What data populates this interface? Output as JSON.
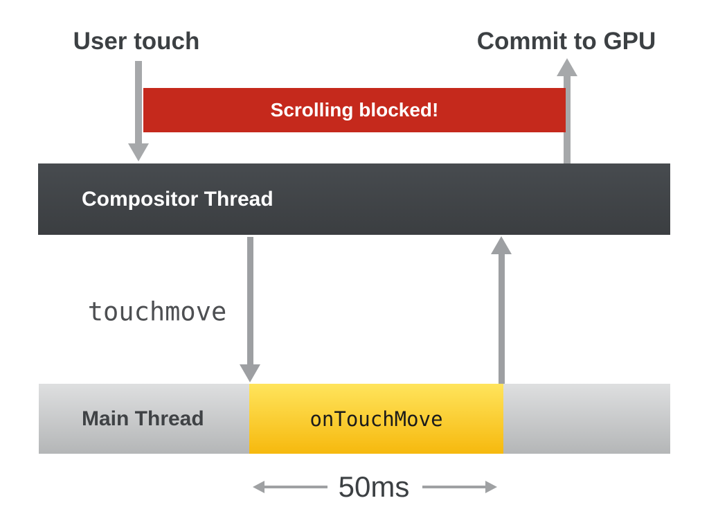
{
  "diagram": {
    "top_labels": {
      "left": "User touch",
      "right": "Commit to GPU"
    },
    "banner": {
      "text": "Scrolling blocked!",
      "color": "#c5291c",
      "text_color": "#ffffff"
    },
    "compositor": {
      "label": "Compositor Thread",
      "color_top": "#474b4f",
      "color_bottom": "#3b3e41",
      "text_color": "#ffffff"
    },
    "event": {
      "label": "touchmove",
      "text_color": "#4d4f52"
    },
    "main_thread": {
      "label": "Main Thread",
      "color_top": "#dedfe0",
      "color_bottom": "#b4b6b7",
      "text_color": "#3f4245"
    },
    "handler": {
      "label": "onTouchMove",
      "color_top": "#ffe45c",
      "color_bottom": "#f6b90e",
      "text_color": "#1b1b1b"
    },
    "duration": {
      "label": "50ms",
      "text_color": "#3c4043"
    },
    "arrow_color": "#a6a8aa",
    "arrows": [
      {
        "name": "user-touch-to-compositor",
        "direction": "down"
      },
      {
        "name": "compositor-to-commit-gpu",
        "direction": "up"
      },
      {
        "name": "compositor-touchmove-to-main-thread",
        "direction": "down"
      },
      {
        "name": "main-thread-response-to-compositor",
        "direction": "up"
      },
      {
        "name": "duration-span-left",
        "direction": "left"
      },
      {
        "name": "duration-span-right",
        "direction": "right"
      }
    ]
  }
}
